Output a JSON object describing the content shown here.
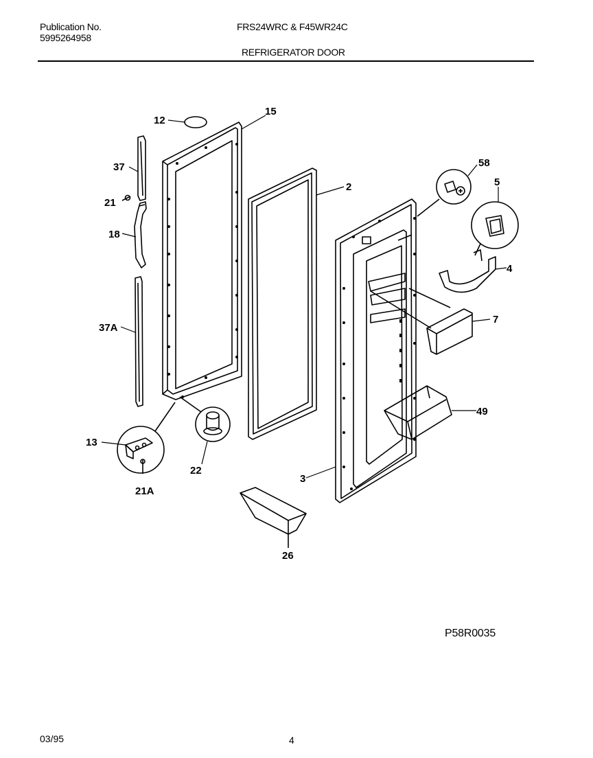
{
  "header": {
    "publication_label": "Publication No.",
    "publication_number": "5995264958",
    "model": "FRS24WRC & F45WR24C",
    "section": "REFRIGERATOR DOOR"
  },
  "diagram_code": "P58R0035",
  "footer": {
    "date": "03/95",
    "page": "4"
  },
  "callouts": {
    "c12": "12",
    "c15": "15",
    "c37": "37",
    "c21": "21",
    "c18": "18",
    "c37a": "37A",
    "c13": "13",
    "c21a": "21A",
    "c22": "22",
    "c2": "2",
    "c58": "58",
    "c5": "5",
    "c4": "4",
    "c7": "7",
    "c49": "49",
    "c3": "3",
    "c26": "26"
  }
}
